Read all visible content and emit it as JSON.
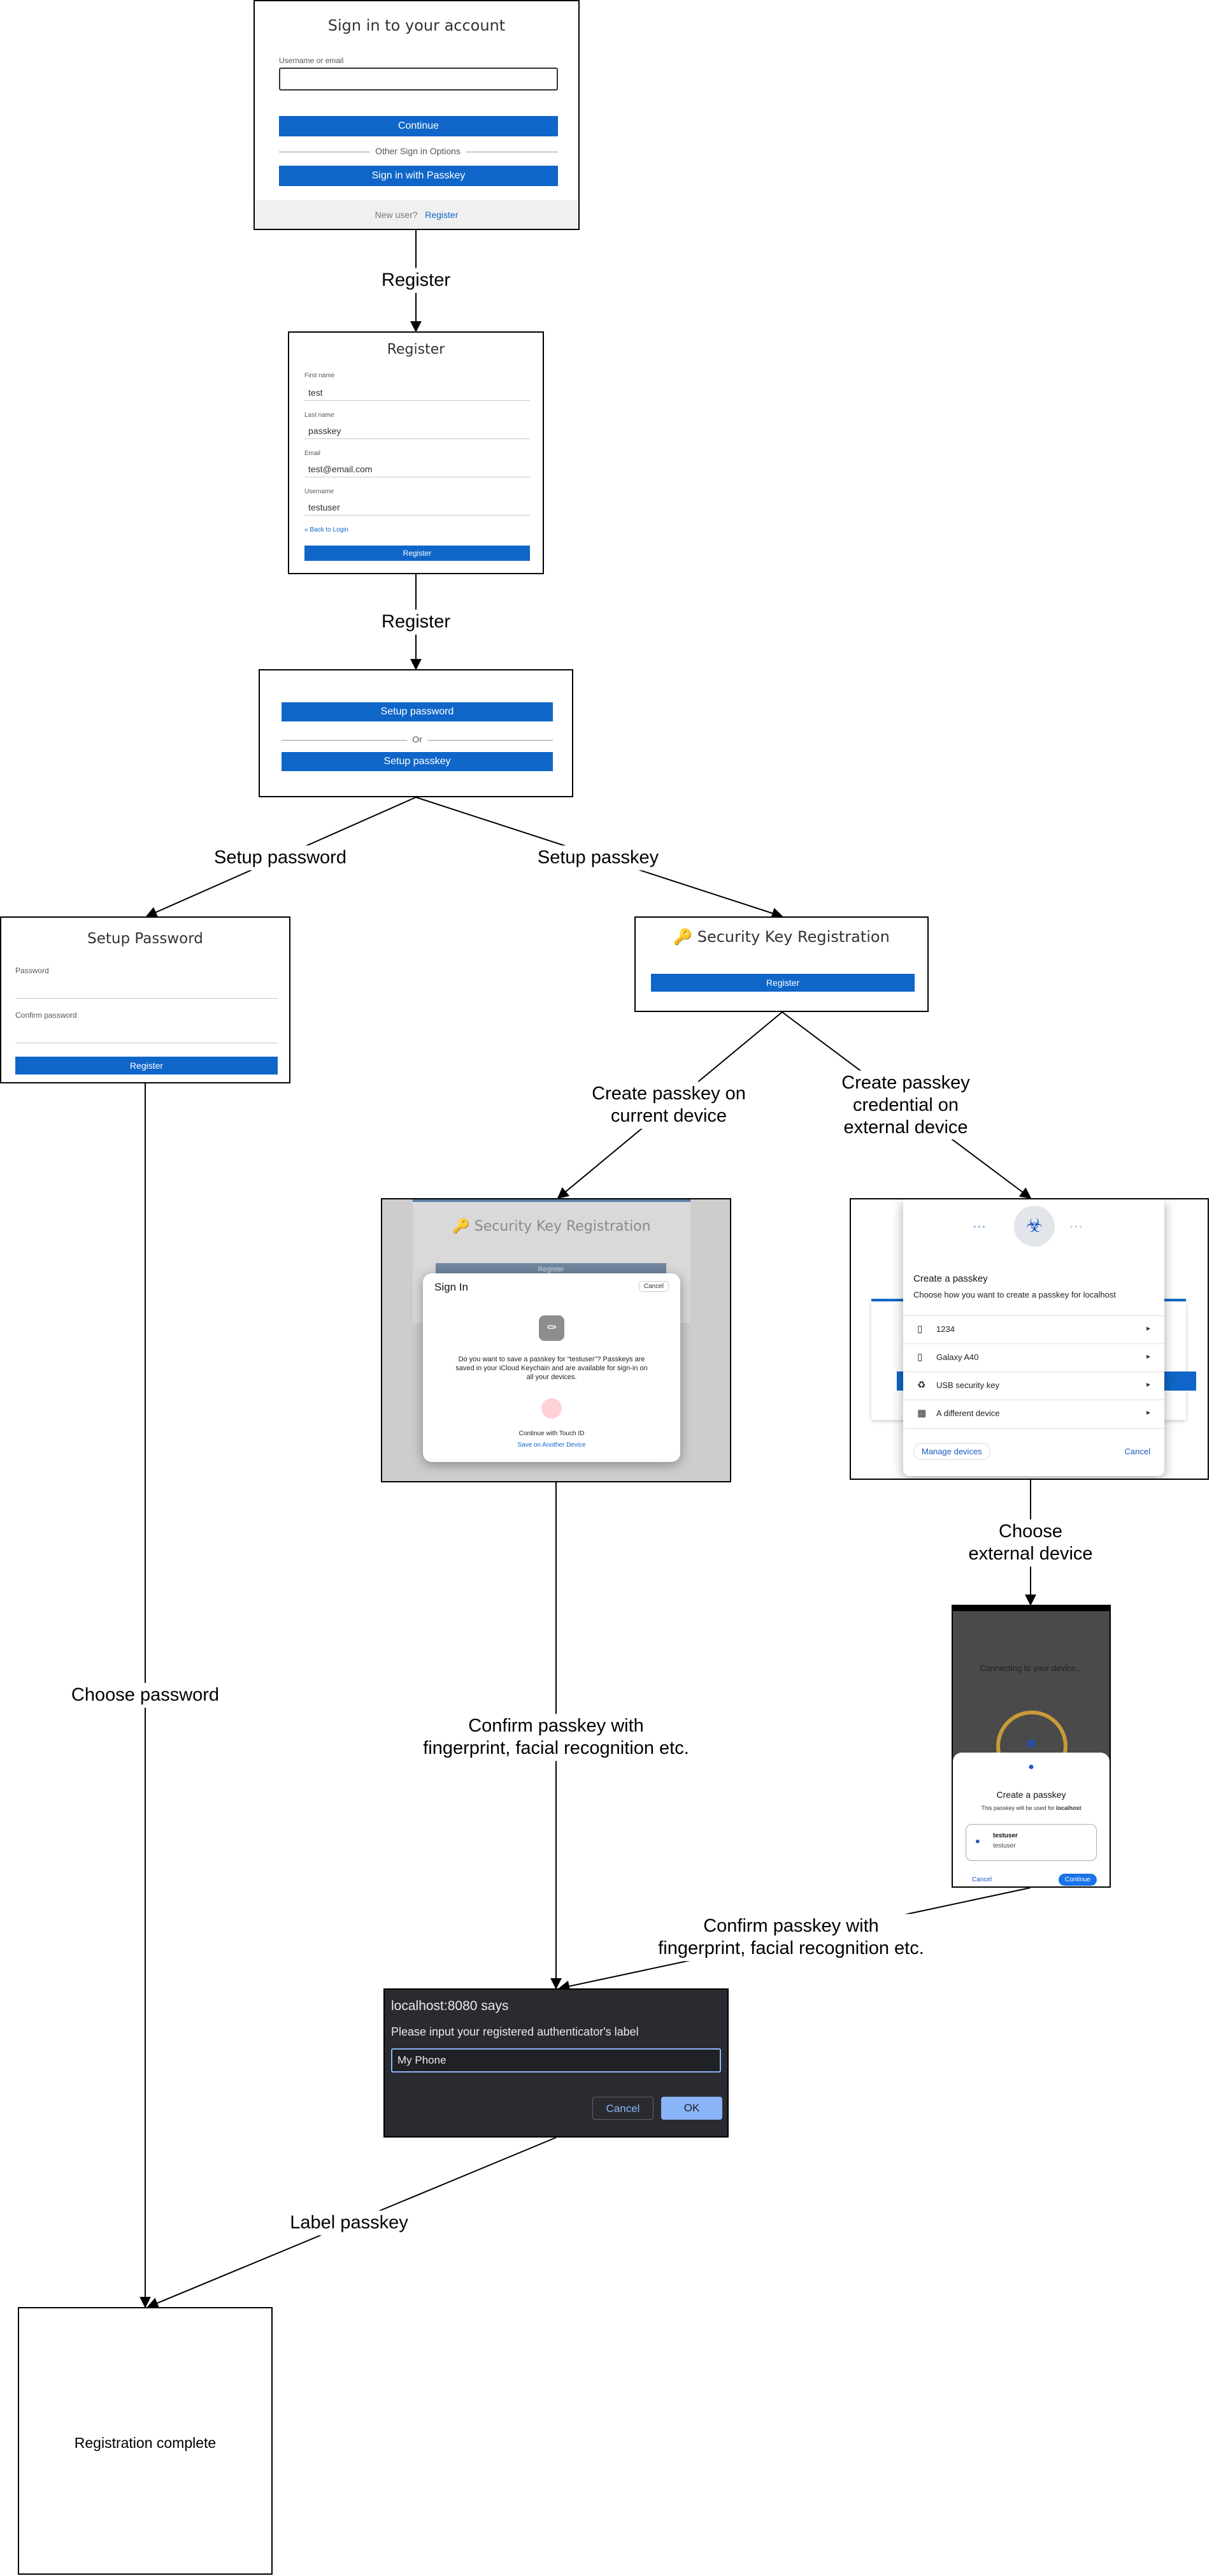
{
  "colors": {
    "primary": "#0f66c8",
    "edge": "#000000",
    "dark_dialog": "#2a2b30",
    "dialog_accent": "#8ab4f8"
  },
  "nodes": {
    "signin": {
      "title": "Sign in to your account",
      "username_label": "Username or email",
      "continue_button": "Continue",
      "other_options": "Other Sign in Options",
      "passkey_button": "Sign in with Passkey",
      "new_user": "New user?",
      "register_link": "Register"
    },
    "register": {
      "title": "Register",
      "first_name_label": "First name",
      "first_name_value": "test",
      "last_name_label": "Last name",
      "last_name_value": "passkey",
      "email_label": "Email",
      "email_value": "test@email.com",
      "username_label": "Username",
      "username_value": "testuser",
      "back_link": "« Back to Login",
      "register_button": "Register"
    },
    "choice": {
      "setup_password_button": "Setup password",
      "or_text": "Or",
      "setup_passkey_button": "Setup passkey"
    },
    "setup_password": {
      "title": "Setup Password",
      "password_label": "Password",
      "confirm_label": "Confirm password",
      "register_button": "Register"
    },
    "security_key": {
      "icon": "key-icon",
      "title": "Security Key Registration",
      "register_button": "Register"
    },
    "current_device": {
      "bg_title": "Security Key Registration",
      "bg_button": "Register",
      "dialog_title": "Sign In",
      "cancel": "Cancel",
      "message": "Do you want to save a passkey for “testuser”? Passkeys are saved in your iCloud Keychain and are available for sign-in on all your devices.",
      "touch_id": "Continue with Touch ID",
      "another_device": "Save on Another Device"
    },
    "external_device": {
      "title": "Create a passkey",
      "subtitle": "Choose how you want to create a passkey for localhost",
      "options": [
        "1234",
        "Galaxy A40",
        "USB security key",
        "A different device"
      ],
      "manage_devices": "Manage devices",
      "cancel": "Cancel"
    },
    "phone": {
      "connecting": "Connecting to your device...",
      "title": "Create a passkey",
      "subtitle_prefix": "This passkey will be used for ",
      "subtitle_host": "localhost",
      "account_name": "testuser",
      "account_user": "testuser",
      "cancel": "Cancel",
      "continue": "Continue"
    },
    "label_dialog": {
      "host": "localhost:8080 says",
      "prompt": "Please input your registered authenticator's label",
      "input_value": "My Phone",
      "cancel": "Cancel",
      "ok": "OK"
    },
    "complete": {
      "text": "Registration complete"
    }
  },
  "edges": [
    {
      "label": "Register"
    },
    {
      "label": "Register"
    },
    {
      "label": "Setup password"
    },
    {
      "label": "Setup passkey"
    },
    {
      "label": "Create passkey on\ncurrent device"
    },
    {
      "label": "Create passkey\ncredential on\nexternal device"
    },
    {
      "label": "Choose password"
    },
    {
      "label": "Confirm passkey with\nfingerprint, facial recognition etc."
    },
    {
      "label": "Choose\nexternal device"
    },
    {
      "label": "Confirm passkey with\nfingerprint, facial recognition etc."
    },
    {
      "label": "Label passkey"
    }
  ]
}
